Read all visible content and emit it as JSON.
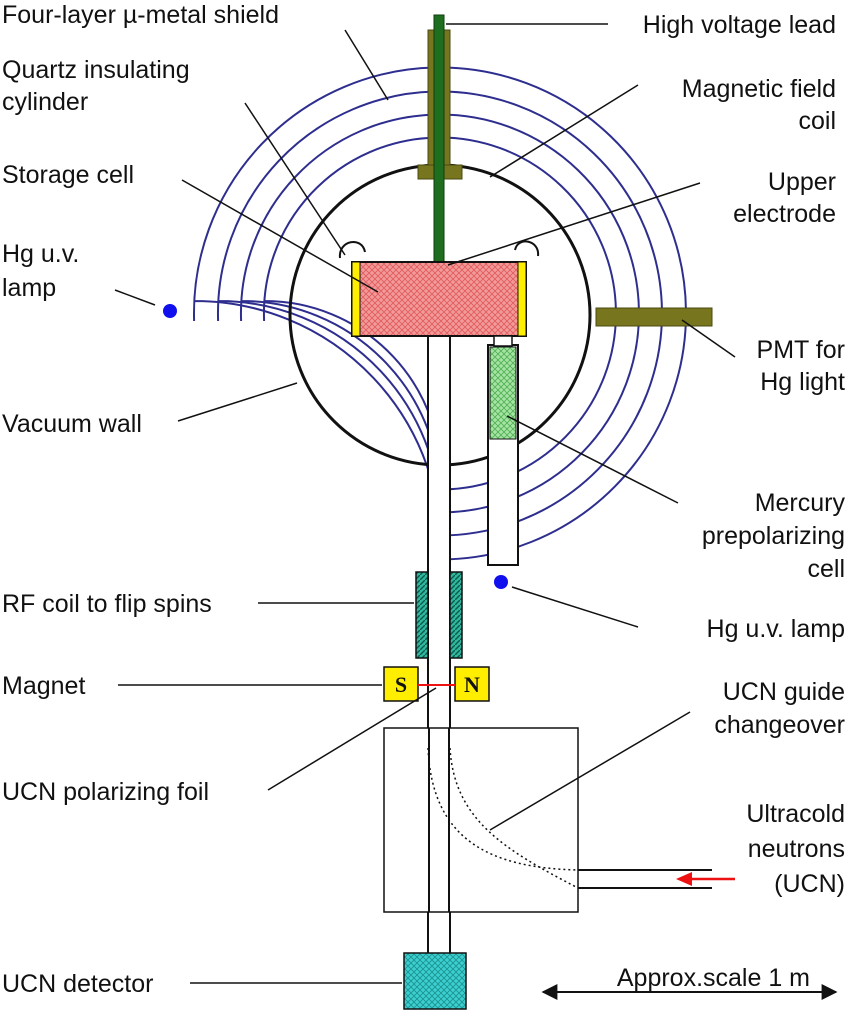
{
  "labels": {
    "shield": "Four-layer µ-metal shield",
    "hv_lead": "High voltage lead",
    "quartz": [
      "Quartz insulating",
      "cylinder"
    ],
    "field_coil": [
      "Magnetic field",
      "coil"
    ],
    "storage_cell": "Storage cell",
    "upper_electrode": [
      "Upper",
      "electrode"
    ],
    "hg_lamp_left": [
      "Hg u.v.",
      "lamp"
    ],
    "pmt": [
      "PMT for",
      "Hg light"
    ],
    "vacuum_wall": "Vacuum wall",
    "mercury_cell": [
      "Mercury",
      "prepolarizing",
      "cell"
    ],
    "rf_coil": "RF coil to flip spins",
    "hg_lamp_lower": "Hg u.v. lamp",
    "magnet": "Magnet",
    "magnet_south": "S",
    "magnet_north": "N",
    "guide_changeover": [
      "UCN guide",
      "changeover"
    ],
    "polarizing_foil": "UCN polarizing foil",
    "ucn_source": [
      "Ultracold",
      "neutrons",
      "(UCN)"
    ],
    "detector": "UCN detector",
    "scale": "Approx.scale 1 m"
  },
  "colors": {
    "shield": "#2e2e8f",
    "lead": "#1f6e1f",
    "olive": "#77761e",
    "cell_fill": "#f29a9a",
    "mercury_fill": "#8fd88f",
    "rf_coil": "#2fb7a0",
    "magnet_fill": "#ffee00",
    "detector_fill": "#3ccfcf",
    "lamp": "#1010ee",
    "arrow": "#ee1111",
    "line": "#111111"
  }
}
